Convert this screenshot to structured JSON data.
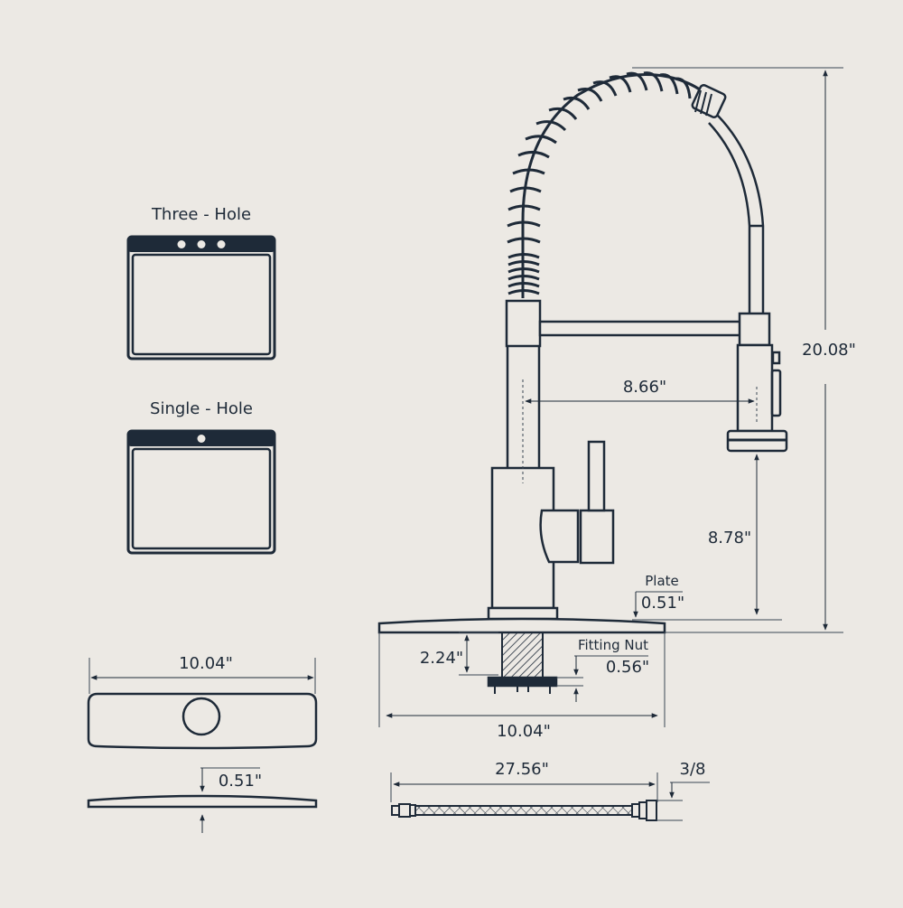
{
  "colors": {
    "background": "#ece9e4",
    "ink": "#1e2a38",
    "dim_line": "#3a4654"
  },
  "sink_options": {
    "three_hole": {
      "label": "Three - Hole"
    },
    "single_hole": {
      "label": "Single - Hole"
    }
  },
  "deck_plate": {
    "width_label": "10.04\"",
    "thickness_label": "0.51\""
  },
  "faucet": {
    "height_label": "20.08\"",
    "reach_label": "8.66\"",
    "spout_height_label": "8.78\"",
    "plate_title": "Plate",
    "plate_label": "0.51\"",
    "shank_label": "2.24\"",
    "nut_title": "Fitting Nut",
    "nut_label": "0.56\"",
    "base_width_label": "10.04\""
  },
  "hose": {
    "length_label": "27.56\"",
    "connector_label": "3/8"
  },
  "icons": [
    "three-hole-sink-icon",
    "single-hole-sink-icon",
    "faucet-drawing",
    "deck-plate-drawing",
    "supply-hose-drawing"
  ]
}
